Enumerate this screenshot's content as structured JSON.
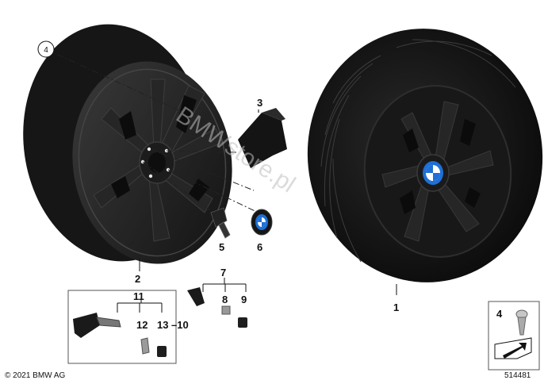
{
  "callouts": {
    "c1": "1",
    "c2": "2",
    "c3": "3",
    "c4": "4",
    "c5": "5",
    "c6": "6",
    "c7": "7",
    "c8": "8",
    "c9": "9",
    "c10": "–10",
    "c11": "11",
    "c12": "12",
    "c13": "13"
  },
  "legend": {
    "part": "4"
  },
  "footer": {
    "copyright": "© 2021 BMW AG",
    "diagram_number": "514481"
  },
  "watermark": "BMWstore.pl",
  "colors": {
    "rim": "#1a1a1a",
    "tire": "#111111",
    "emblem_blue": "#1f6fd6",
    "box_border": "#555555"
  }
}
